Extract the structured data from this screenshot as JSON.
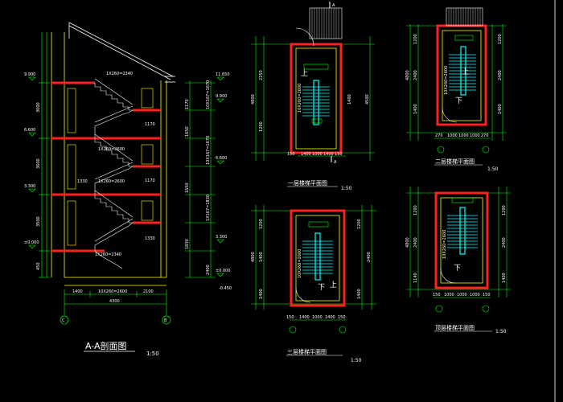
{
  "section": {
    "title": "A-A剖面图",
    "scale": "1:50",
    "axis_left": "C",
    "axis_right": "B",
    "dims_bottom": [
      "1400",
      "10X260=2600",
      "2100"
    ],
    "dim_total": "4300",
    "levels_left": [
      "9.900",
      "6.600",
      "3.300",
      "±0.000"
    ],
    "dims_left": [
      "3000",
      "3600",
      "3500",
      "450"
    ],
    "stair_labels": [
      "1X260=2340",
      "1X260=2600",
      "1X260=2600",
      "1X260=2340"
    ],
    "dims_right_inner": [
      "1170",
      "1170",
      "1330",
      "1330"
    ],
    "dims_right": [
      "1170",
      "10X167=1670",
      "1650",
      "10X167=1670",
      "1650",
      "1X167=1830",
      "1830",
      "2400"
    ],
    "levels_right": [
      "11.650",
      "9.900",
      "6.600",
      "3.300",
      "±0.000"
    ],
    "level_right_bottom": "-0.450"
  },
  "plans": [
    {
      "title": "一层楼梯平面图",
      "scale": "1:50",
      "dims_bottom": [
        "150",
        "1400",
        "1000",
        "1400",
        "150"
      ],
      "dims_left": [
        "2250",
        "1200"
      ],
      "dim_left_total": "4800",
      "dim_right": "4500",
      "dim_flight": "10X260=2600",
      "dim_small": "1400",
      "label_up": "上",
      "axis_top": "A",
      "axis_bottom": "A"
    },
    {
      "title": "二层楼梯平面图",
      "scale": "1:50",
      "dims_bottom": [
        "270",
        "1000",
        "1000",
        "1000",
        "270"
      ],
      "dims_left": [
        "1200",
        "2400",
        "1400"
      ],
      "dim_left_total": "4800",
      "dims_right": [
        "1200",
        "2400",
        "1400"
      ],
      "dim_flight": "10X260=2600",
      "label_up": "上",
      "label_down": "下"
    },
    {
      "title": "三层楼梯平面图",
      "scale": "1:50",
      "dims_bottom": [
        "150",
        "1400",
        "1000",
        "1400",
        "150"
      ],
      "dims_left": [
        "1200",
        "1400",
        "1400"
      ],
      "dim_left_total": "4800",
      "dims_right": [
        "1200",
        "2400",
        "1400"
      ],
      "dim_flight": "10X260=2600",
      "label_up": "上",
      "label_down": "下"
    },
    {
      "title": "顶层楼梯平面图",
      "scale": "1:50",
      "dims_bottom": [
        "150",
        "1000",
        "1000",
        "1000",
        "150"
      ],
      "dims_left": [
        "1200",
        "2400",
        "1140"
      ],
      "dim_left_total": "4800",
      "dims_right": [
        "1200",
        "2400",
        "1400"
      ],
      "dim_flight": "10X260=2600",
      "label_down": "下"
    }
  ],
  "colors": {
    "wall": "#ff2020",
    "stair": "#00ffff",
    "dim": "#00ff00",
    "frame": "#ffff00",
    "text": "#ffffff",
    "background": "#000000"
  }
}
